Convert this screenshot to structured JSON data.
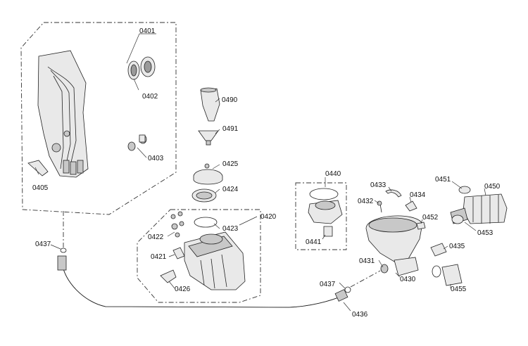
{
  "parts": {
    "p0401": "0401",
    "p0402": "0402",
    "p0403": "0403",
    "p0405": "0405",
    "p0490": "0490",
    "p0491": "0491",
    "p0425": "0425",
    "p0424": "0424",
    "p0420": "0420",
    "p0423": "0423",
    "p0422": "0422",
    "p0421": "0421",
    "p0426": "0426",
    "p0437a": "0437",
    "p0440": "0440",
    "p0441": "0441",
    "p0433": "0433",
    "p0434": "0434",
    "p0432": "0432",
    "p0452": "0452",
    "p0451": "0451",
    "p0450": "0450",
    "p0453": "0453",
    "p0435": "0435",
    "p0431": "0431",
    "p0430": "0430",
    "p0455": "0455",
    "p0437b": "0437",
    "p0436": "0436"
  }
}
